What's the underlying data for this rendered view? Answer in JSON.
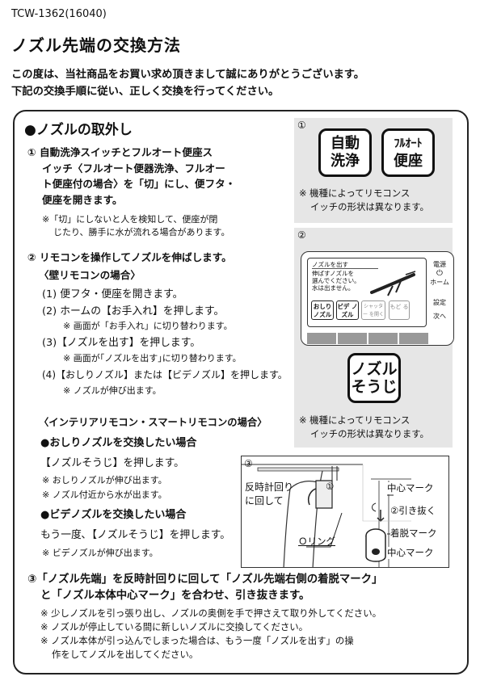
{
  "header": {
    "code": "TCW-1362(16040)",
    "title": "ノズル先端の交換方法",
    "intro": [
      "この度は、当社商品をお買い求め頂きまして誠にありがとうございます。",
      "下記の交換手順に従い、正しく交換を行ってください。"
    ]
  },
  "section": {
    "title": "●ノズルの取外し"
  },
  "step1": {
    "lines": [
      "① 自動洗浄スイッチとフルオート便座ス",
      "イッチ〈フルオート便器洗浄、フルオー",
      "ト便座付の場合〉を「切」にし、便フタ・",
      "便座を開きます。"
    ],
    "notes": [
      "※「切」にしないと人を検知して、便座が閉",
      "じたり、勝手に水が流れる場合があります。"
    ]
  },
  "step2": {
    "heading": "② リモコンを操作してノズルを伸ばします。",
    "wall_heading": "〈壁リモコンの場合〉",
    "items": [
      "(1) 便フタ・便座を開きます。",
      "(2) ホームの【お手入れ】を押します。",
      "※ 画面が「お手入れ」に切り替わります。",
      "(3)【ノズルを出す】を押します。",
      "※ 画面が｢ノズルを出す｣に切り替わります。",
      "(4)【おしりノズル】または【ビデノズル】を押します。",
      "※ ノズルが伸び出ます。"
    ],
    "interior_heading": "〈インテリアリモコン・スマートリモコンの場合〉",
    "oshiri_heading": "●おしりノズルを交換したい場合",
    "oshiri_text": "【ノズルそうじ】を押します。",
    "oshiri_notes": [
      "※ おしりノズルが伸び出ます。",
      "※ ノズル付近から水が出ます。"
    ],
    "bide_heading": "●ビデノズルを交換したい場合",
    "bide_text": "もう一度､【ノズルそうじ】を押します。",
    "bide_note": "※ ビデノズルが伸び出ます。"
  },
  "step3": {
    "lines": [
      "③「ノズル先端」を反時計回りに回して「ノズル先端右側の着脱マーク」",
      "と「ノズル本体中心マーク」を合わせ、引き抜きます。"
    ],
    "notes": [
      "※ 少しノズルを引っ張り出し、ノズルの奥側を手で押さえて取り外してください。",
      "※ ノズルが停止している間に新しいノズルに交換してください。",
      "※ ノズル本体が引っ込んでしまった場合は、もう一度「ノズルを出す」の操",
      "作をしてノズルを出してください。"
    ]
  },
  "fig1": {
    "label": "①",
    "button_auto": [
      "自動",
      "洗浄"
    ],
    "button_full": [
      "ﾌﾙｵｰﾄ",
      "便座"
    ],
    "note": [
      "※ 機種によってリモコンス",
      "イッチの形状は異なります。"
    ]
  },
  "fig2": {
    "label": "②",
    "screen_text": [
      "ノズルを出す",
      "伸ばすノズルを",
      "選んでください。",
      "水は出ません。"
    ],
    "screen_buttons": [
      "おしり ノズル",
      "ビデ ノズル",
      "シャッター を開く",
      "もど る"
    ],
    "side_labels": [
      "電源",
      "ホーム",
      "設定",
      "次へ"
    ],
    "big_button": [
      "ノズル",
      "そうじ"
    ],
    "note": [
      "※ 機種によってリモコンス",
      "イッチの形状は異なります。"
    ]
  },
  "fig3": {
    "label": "③",
    "rotate": [
      "反時計回り",
      "に回して"
    ],
    "circle1": "①",
    "center_mark": "中心マーク",
    "pull": "②引き抜く",
    "attach_mark": "着脱マーク",
    "center_mark2": "中心マーク",
    "oring": "Ｏリング"
  },
  "colors": {
    "panel_gray": "#e6e6e6",
    "frame": "#222222"
  }
}
